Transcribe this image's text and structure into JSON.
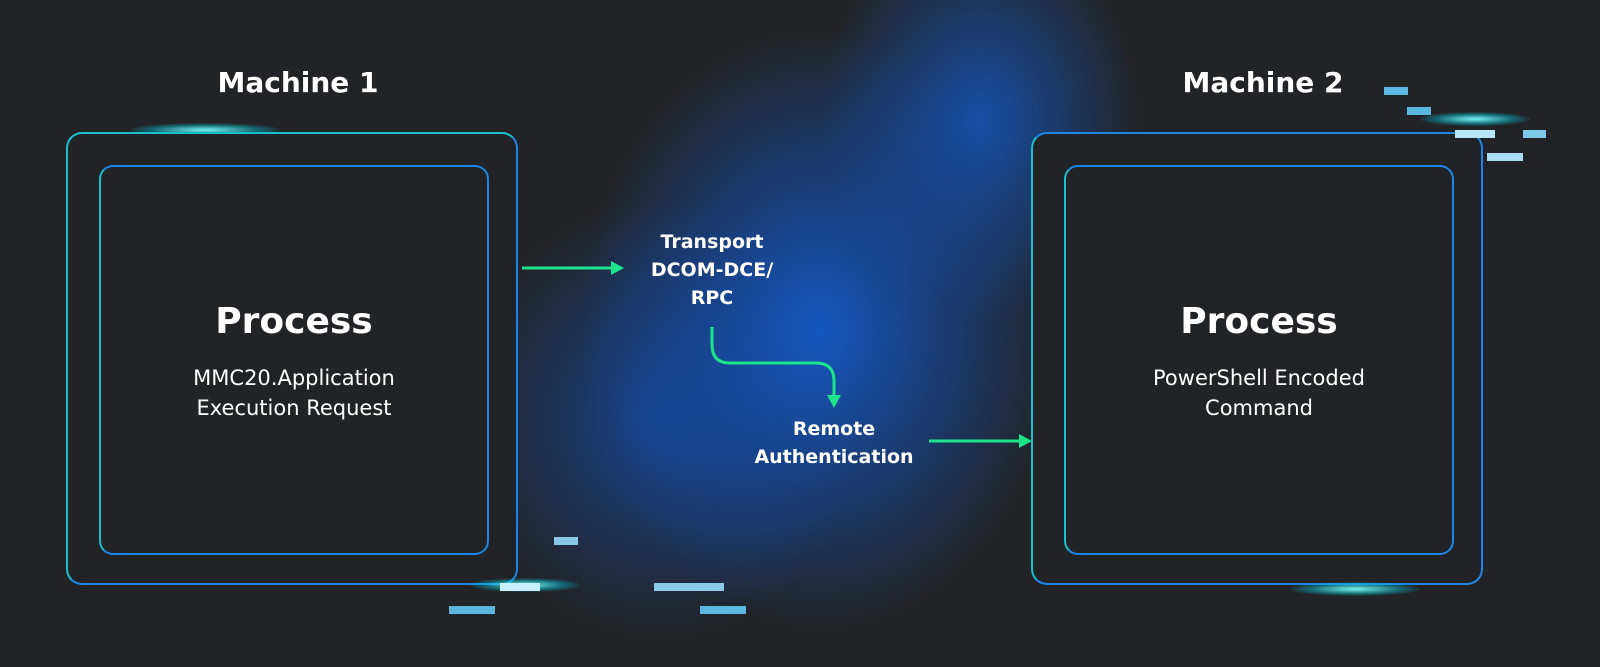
{
  "machine1": {
    "title": "Machine 1",
    "process": "Process",
    "lines": [
      "MMC20.Application",
      "Execution Request"
    ]
  },
  "machine2": {
    "title": "Machine 2",
    "process": "Process",
    "lines": [
      "PowerShell Encoded",
      "Command"
    ]
  },
  "transport": {
    "lines": [
      "Transport",
      "DCOM-DCE/",
      "RPC"
    ]
  },
  "auth": {
    "lines": [
      "Remote",
      "Authentication"
    ]
  },
  "colors": {
    "arrow": "#1de38a",
    "border_cyan": "#19c0d0",
    "border_blue": "#1e86e8",
    "background": "#222326",
    "glow": "#1450c0"
  }
}
